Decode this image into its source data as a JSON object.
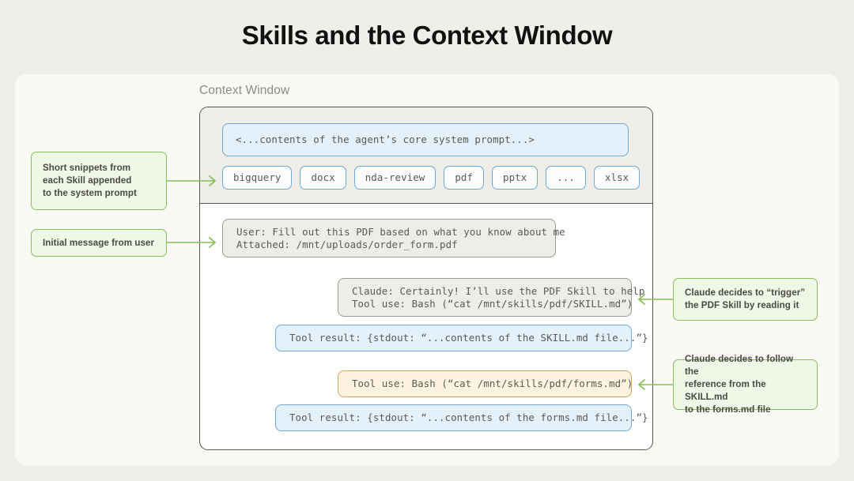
{
  "title": "Skills and the Context Window",
  "context_window": {
    "label": "Context Window",
    "system_prompt": "<...contents of the agent’s core system prompt...>",
    "skills": [
      {
        "name": "bigquery"
      },
      {
        "name": "docx"
      },
      {
        "name": "nda-review"
      },
      {
        "name": "pdf"
      },
      {
        "name": "pptx"
      },
      {
        "name": "..."
      },
      {
        "name": "xlsx"
      }
    ],
    "messages": [
      {
        "id": "user-message",
        "line1": "User: Fill out this PDF based on what you know about me",
        "line2": "Attached: /mnt/uploads/order_form.pdf"
      },
      {
        "id": "claude-message",
        "line1": "Claude: Certainly! I’ll use the PDF Skill to help",
        "line2": "Tool use: Bash (“cat /mnt/skills/pdf/SKILL.md”)"
      },
      {
        "id": "tool-result-skill",
        "line1": "Tool result: {stdout: “...contents of the SKILL.md file...”}"
      },
      {
        "id": "tool-use-forms",
        "line1": "Tool use: Bash (“cat /mnt/skills/pdf/forms.md”)"
      },
      {
        "id": "tool-result-forms",
        "line1": "Tool result: {stdout: “...contents of the forms.md file...”}"
      }
    ]
  },
  "annotations": {
    "snippets": "Short snippets from\neach Skill appended\nto the system prompt",
    "initial": "Initial message from user",
    "trigger": "Claude decides to “trigger”\nthe PDF Skill by reading it",
    "follow": "Claude decides to follow the\nreference from the SKILL.md\nto the forms.md file"
  },
  "colors": {
    "page_background": "#EFEEE9",
    "card_background": "#FAF9F5",
    "panel_background": "#EEEDE8",
    "border_dark": "#56554F",
    "blue_border": "#6FA8D4",
    "blue_fill": "#E4F0FA",
    "amber_border": "#D4A853",
    "amber_fill": "#FDF3E0",
    "green_border": "#88C057",
    "green_fill": "#EFF7E7",
    "mono_text": "#5A5A55",
    "title_text": "#111111",
    "label_text": "#8C8C84"
  }
}
